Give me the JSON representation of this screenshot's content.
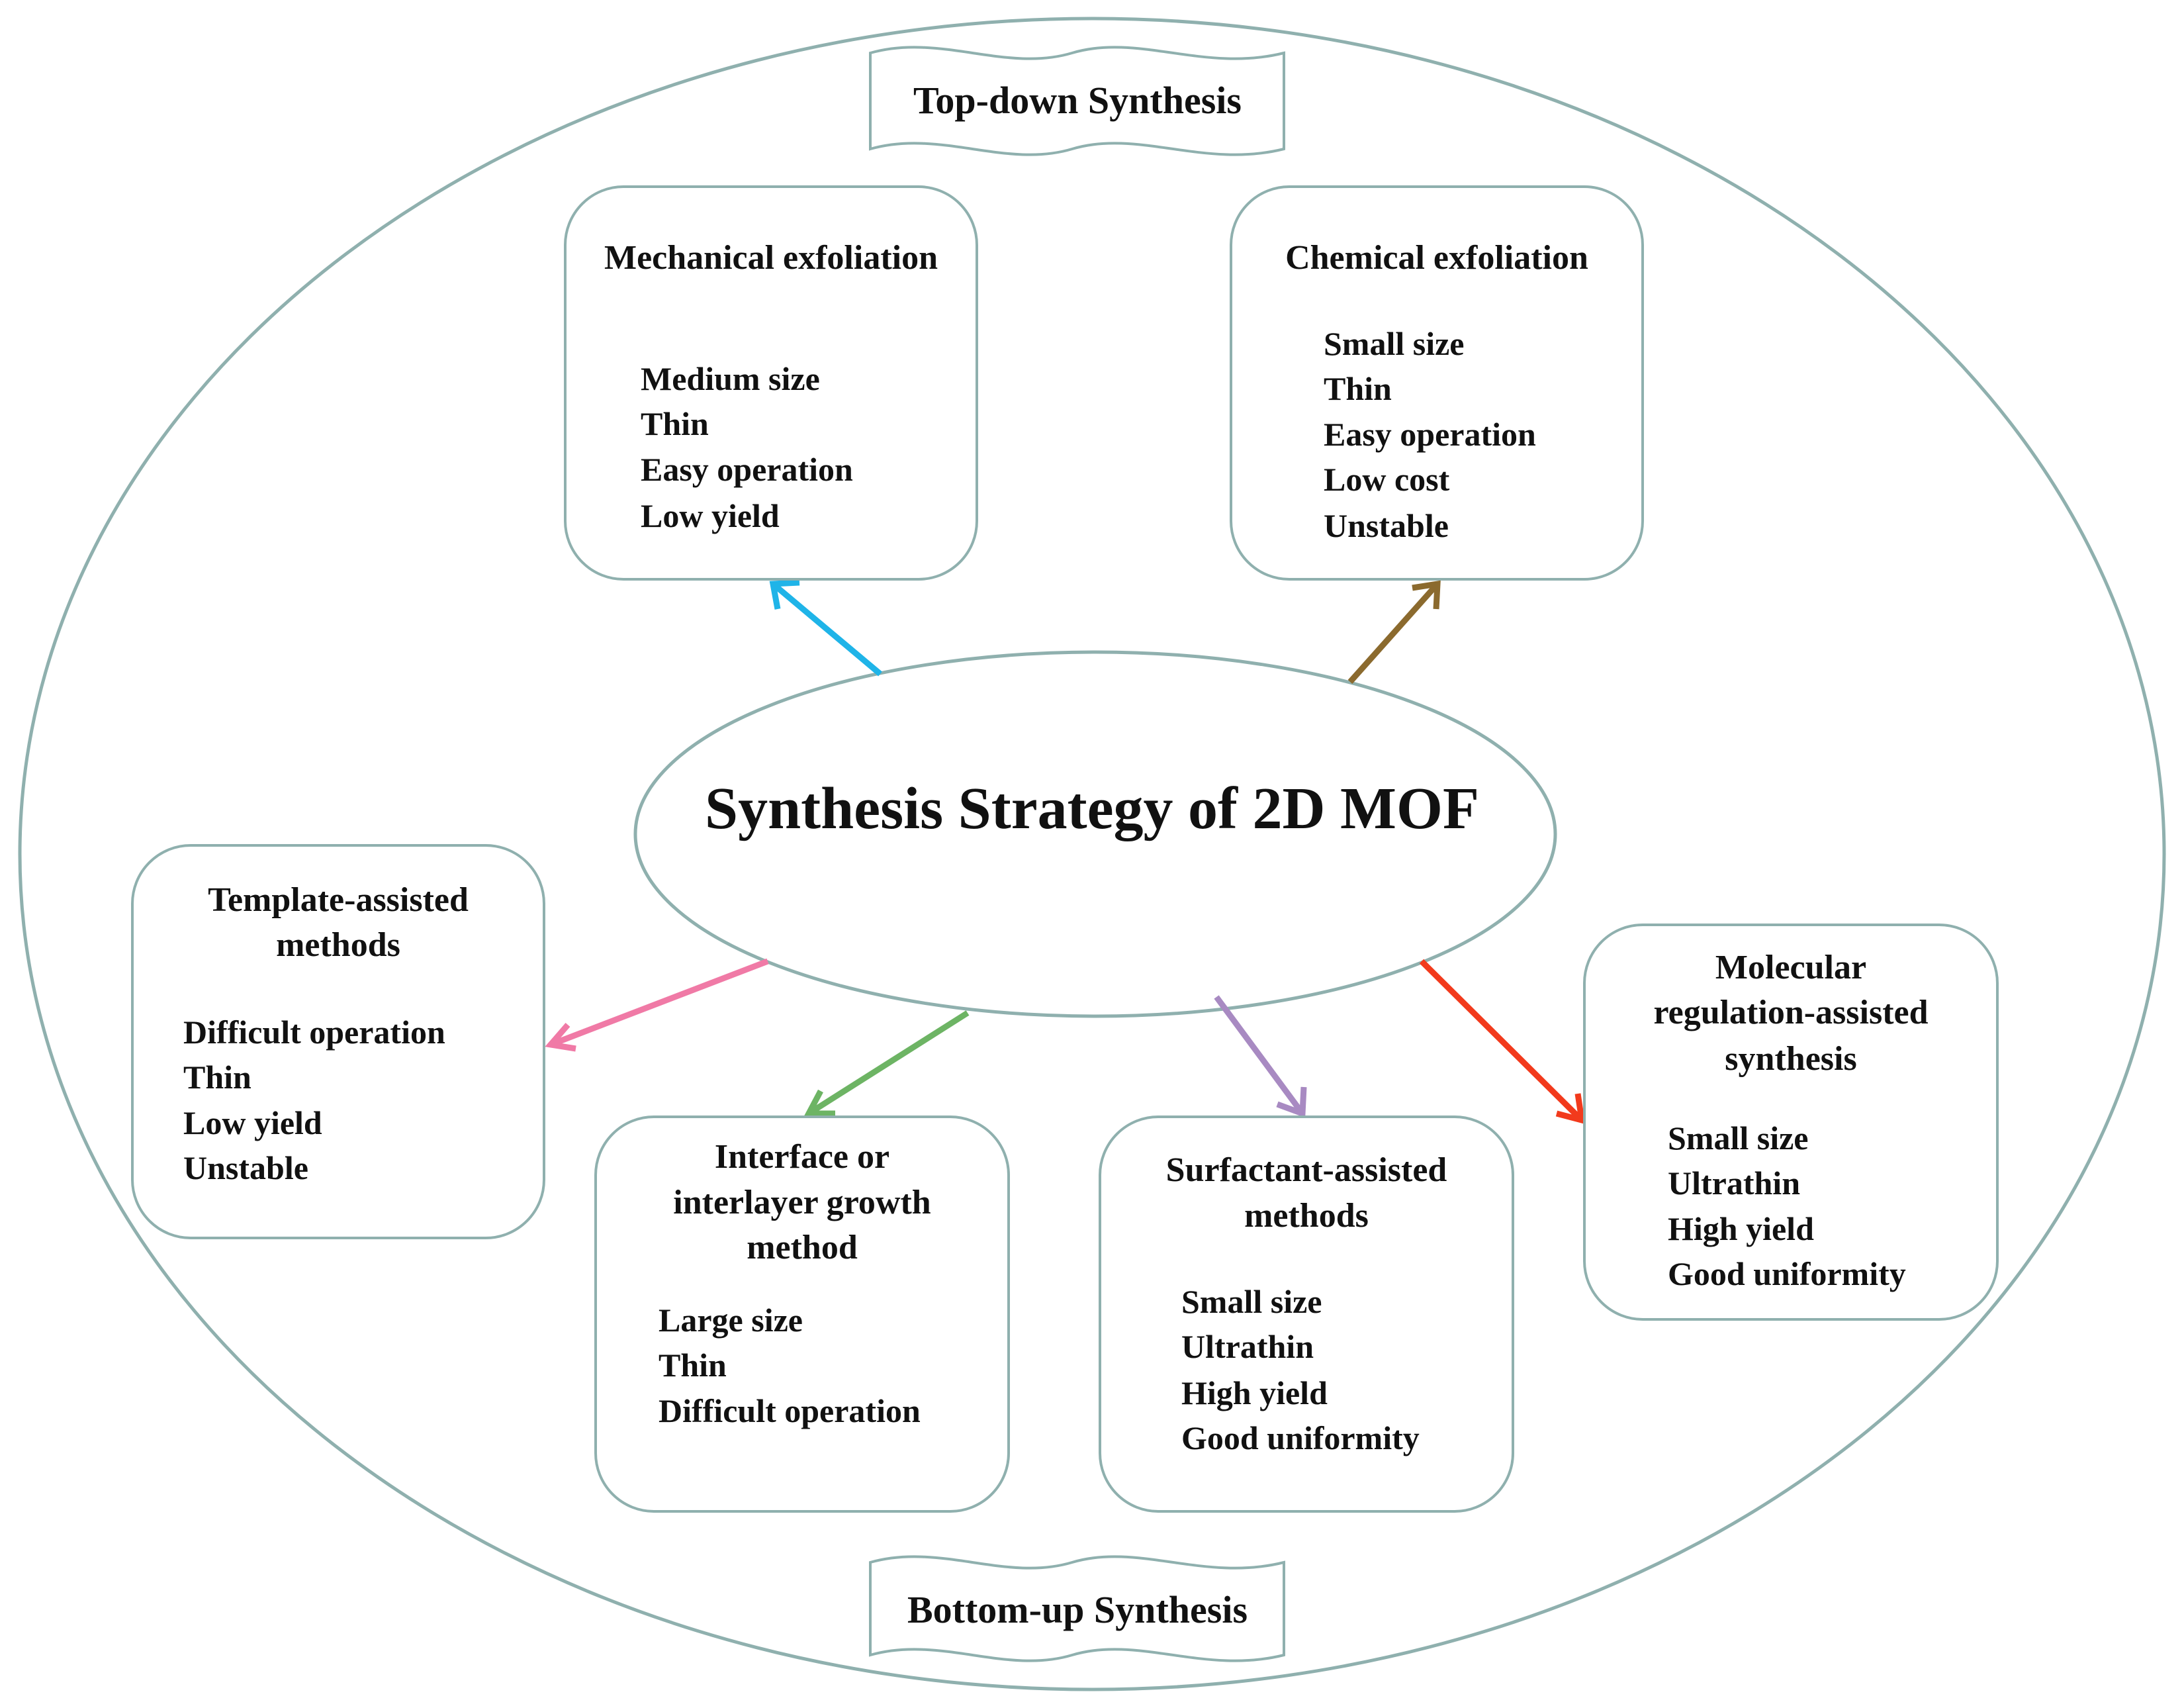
{
  "central": {
    "title": "Synthesis Strategy of 2D MOF"
  },
  "banners": {
    "top": "Top-down Synthesis",
    "bottom": "Bottom-up Synthesis"
  },
  "methods": [
    {
      "id": "mechanical",
      "title_lines": [
        "Mechanical exfoliation"
      ],
      "features": [
        "Medium size",
        "Thin",
        "Easy operation",
        "Low yield"
      ],
      "arrow_color": "#1fb4e8"
    },
    {
      "id": "chemical",
      "title_lines": [
        "Chemical exfoliation"
      ],
      "features": [
        "Small size",
        "Thin",
        "Easy operation",
        "Low cost",
        "Unstable"
      ],
      "arrow_color": "#8b6a2e"
    },
    {
      "id": "template",
      "title_lines": [
        "Template-assisted",
        "methods"
      ],
      "features": [
        "Difficult operation",
        "Thin",
        "Low yield",
        "Unstable"
      ],
      "arrow_color": "#f07aa6"
    },
    {
      "id": "interface",
      "title_lines": [
        "Interface or",
        "interlayer growth",
        "method"
      ],
      "features": [
        "Large size",
        "Thin",
        "Difficult operation"
      ],
      "arrow_color": "#6db464"
    },
    {
      "id": "surfactant",
      "title_lines": [
        "Surfactant-assisted",
        "methods"
      ],
      "features": [
        "Small size",
        "Ultrathin",
        "High yield",
        "Good uniformity"
      ],
      "arrow_color": "#a88ac2"
    },
    {
      "id": "molecular",
      "title_lines": [
        "Molecular",
        "regulation-assisted",
        "synthesis"
      ],
      "features": [
        "Small size",
        "Ultrathin",
        "High yield",
        "Good uniformity"
      ],
      "arrow_color": "#f23a1c"
    }
  ],
  "colors": {
    "outline": "#8fb0ae",
    "text": "#111111"
  }
}
